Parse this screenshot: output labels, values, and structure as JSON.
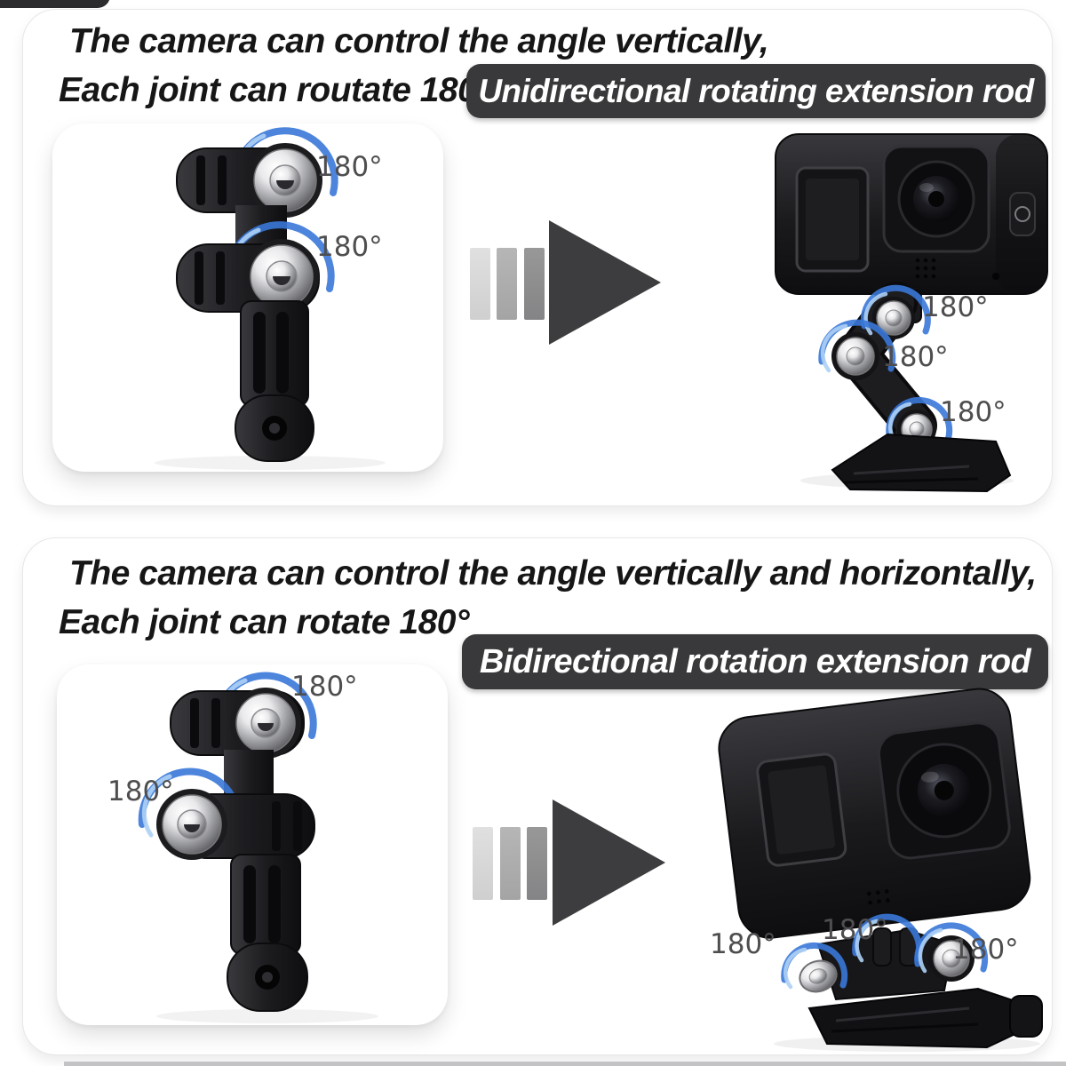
{
  "page": {
    "background": "#ffffff",
    "colors": {
      "banner_bg": "#39393b",
      "heading_text": "#161616",
      "label_text": "#4e4e50",
      "swirl_blue": "#3a78d8",
      "swirl_blue_light": "#aed0f4",
      "arrow_dark": "#3d3d3f",
      "arrow_bars": [
        "#d6d6d6",
        "#aeaeae",
        "#8e8e8e"
      ]
    },
    "icons": {
      "arrow": "right-arrow-icon",
      "rotation": "rotation-arc-icon"
    }
  },
  "sections": [
    {
      "heading_line1": "The camera can control the angle vertically,",
      "heading_line2": "Each joint can routate 180°",
      "banner": "Unidirectional rotating extension rod",
      "rod_labels": [
        "180°",
        "180°"
      ],
      "camera_labels": [
        "180°",
        "180°",
        "180°"
      ]
    },
    {
      "heading_line1": "The camera can control the angle vertically and horizontally,",
      "heading_line2": "Each joint can rotate 180°",
      "banner": "Bidirectional rotation extension rod",
      "rod_labels": [
        "180°",
        "180°"
      ],
      "camera_labels": [
        "180°",
        "180°",
        "180°"
      ]
    }
  ]
}
